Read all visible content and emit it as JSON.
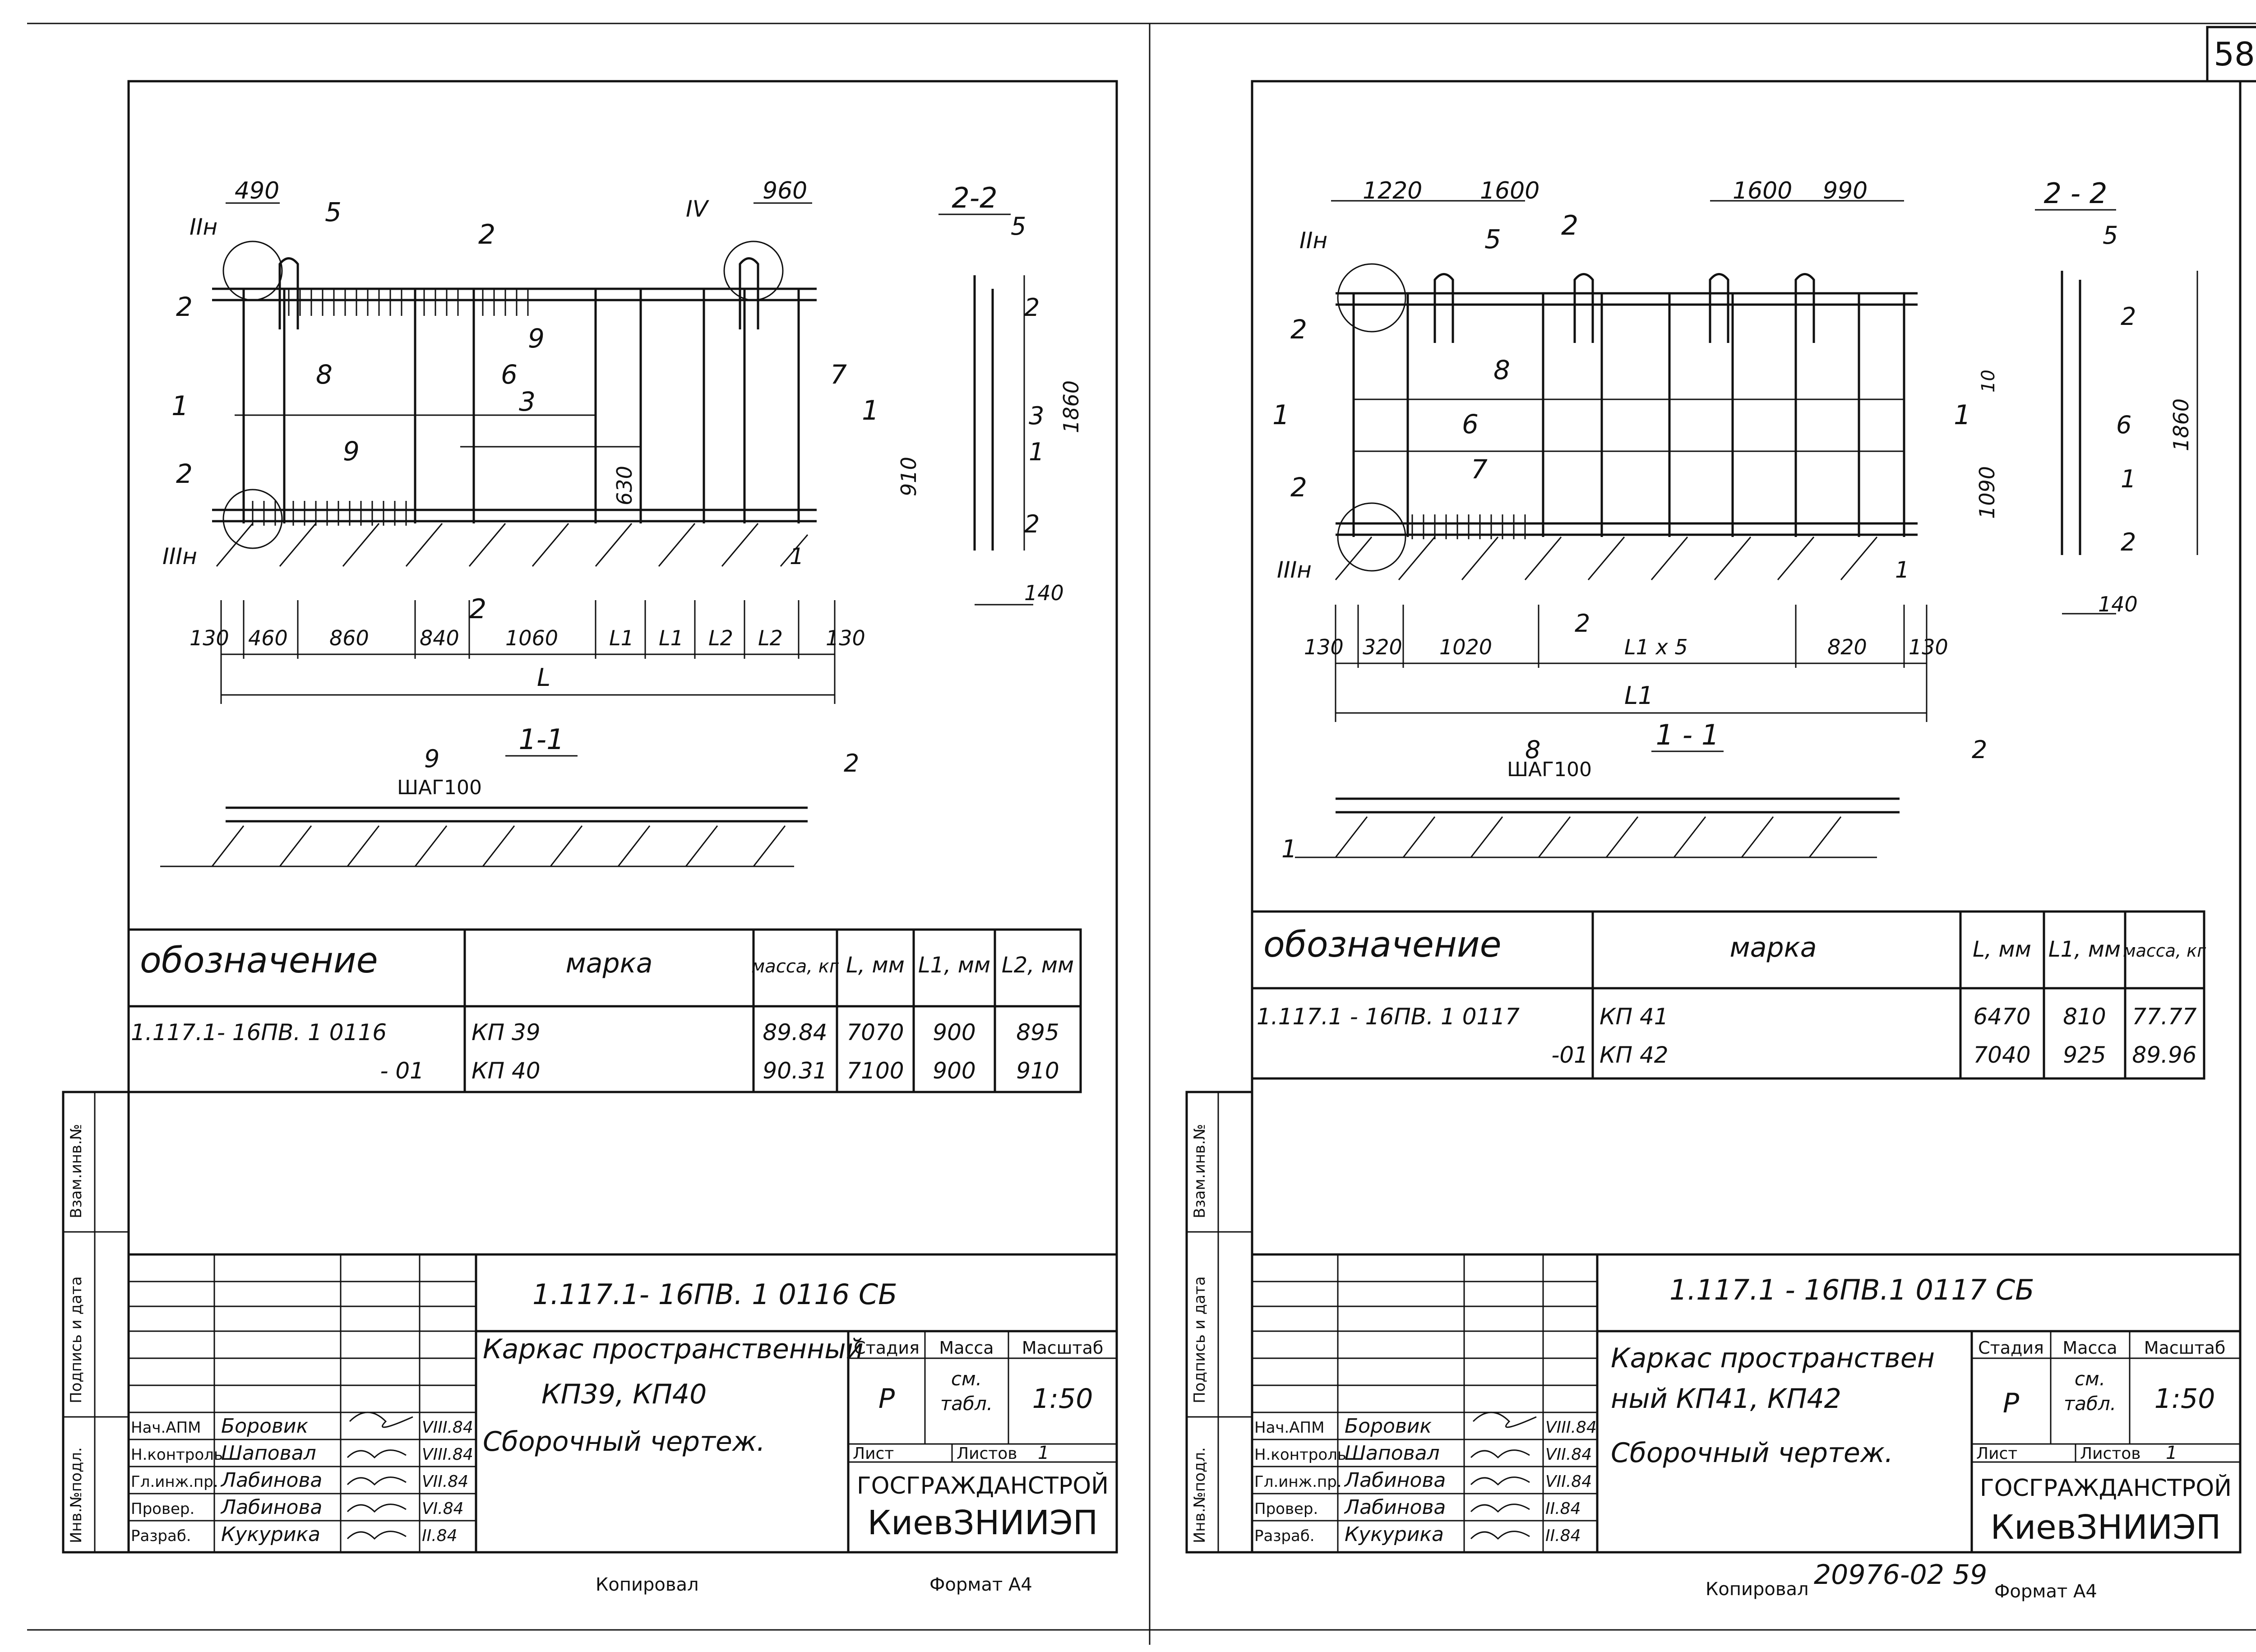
{
  "page_number": "58",
  "sheet_left": {
    "doc_code": "1.117.1- 16ПВ. 1 0116 СБ",
    "title_line1": "Каркас пространственный",
    "title_line2": "КП39, КП40",
    "title_line3": "Сборочный чертеж.",
    "stage_header": "Стадия",
    "mass_header": "Масса",
    "scale_header": "Масштаб",
    "stage_value": "Р",
    "mass_value_line1": "см.",
    "mass_value_line2": "табл.",
    "scale_value": "1:50",
    "sheet_label": "Лист",
    "sheets_label": "Листов",
    "sheets_value": "1",
    "org1": "ГОСГРАЖДАНСТРОЙ",
    "org2": "КиевЗНИИЭП",
    "footer_copied": "Копировал",
    "footer_format": "Формат А4",
    "side_labels": [
      "Взам.инв.№",
      "Подпись и дата",
      "Инв.№подл."
    ],
    "signers": [
      {
        "role": "Нач.АПМ",
        "name": "Боровик",
        "date": "VIII.84"
      },
      {
        "role": "Н.контроль",
        "name": "Шаповал",
        "date": "VIII.84"
      },
      {
        "role": "Гл.инж.пр.",
        "name": "Лабинова",
        "date": "VII.84"
      },
      {
        "role": "Провер.",
        "name": "Лабинова",
        "date": "VI.84"
      },
      {
        "role": "Разраб.",
        "name": "Кукурика",
        "date": "II.84"
      }
    ],
    "table": {
      "headers": [
        "обозначение",
        "марка",
        "масса, кг",
        "L, мм",
        "L1, мм",
        "L2, мм"
      ],
      "rows": [
        [
          "1.117.1- 16ПВ. 1 0116",
          "КП 39",
          "89.84",
          "7070",
          "900",
          "895"
        ],
        [
          "- 01",
          "КП 40",
          "90.31",
          "7100",
          "900",
          "910"
        ]
      ]
    },
    "section_labels": {
      "s22": "2-2",
      "s11": "1-1",
      "cut2": "2",
      "cut1": "1"
    },
    "dims_top": [
      "490",
      "960"
    ],
    "dims_bottom": [
      "130",
      "460",
      "860",
      "840",
      "1060",
      "L1",
      "L1",
      "L2",
      "L2",
      "130"
    ],
    "dim_total": "L",
    "dims_side": [
      "1860",
      "910",
      "630",
      "140"
    ],
    "nodes": [
      "IIн",
      "IIIн",
      "IV"
    ],
    "positions": [
      "1",
      "2",
      "3",
      "5",
      "6",
      "7",
      "8",
      "9"
    ],
    "pitch": "ШАГ100"
  },
  "sheet_right": {
    "doc_code": "1.117.1 - 16ПВ.1 0117 СБ",
    "title_line1": "Каркас пространствен",
    "title_line2": "ный КП41, КП42",
    "title_line3": "Сборочный чертеж.",
    "stage_header": "Стадия",
    "mass_header": "Масса",
    "scale_header": "Масштаб",
    "stage_value": "Р",
    "mass_value_line1": "см.",
    "mass_value_line2": "табл.",
    "scale_value": "1:50",
    "sheet_label": "Лист",
    "sheets_label": "Листов",
    "sheets_value": "1",
    "org1": "ГОСГРАЖДАНСТРОЙ",
    "org2": "КиевЗНИИЭП",
    "footer_copied": "Копировал",
    "footer_format": "Формат А4",
    "footer_number": "20976-02 59",
    "side_labels": [
      "Взам.инв.№",
      "Подпись и дата",
      "Инв.№подл."
    ],
    "signers": [
      {
        "role": "Нач.АПМ",
        "name": "Боровик",
        "date": "VIII.84"
      },
      {
        "role": "Н.контроль",
        "name": "Шаповал",
        "date": "VII.84"
      },
      {
        "role": "Гл.инж.пр.",
        "name": "Лабинова",
        "date": "VII.84"
      },
      {
        "role": "Провер.",
        "name": "Лабинова",
        "date": "II.84"
      },
      {
        "role": "Разраб.",
        "name": "Кукурика",
        "date": "II.84"
      }
    ],
    "table": {
      "headers": [
        "обозначение",
        "марка",
        "L, мм",
        "L1, мм",
        "масса, кг"
      ],
      "rows": [
        [
          "1.117.1 - 16ПВ. 1 0117",
          "КП 41",
          "6470",
          "810",
          "77.77"
        ],
        [
          "-01",
          "КП 42",
          "7040",
          "925",
          "89.96"
        ]
      ]
    },
    "section_labels": {
      "s22": "2 - 2",
      "s11": "1 - 1",
      "cut2": "2",
      "cut1": "1"
    },
    "dims_top": [
      "1220",
      "1600",
      "1600",
      "990"
    ],
    "dims_bottom": [
      "130",
      "320",
      "1020",
      "L1 x 5",
      "820",
      "130"
    ],
    "dim_total": "L1",
    "dims_side": [
      "1860",
      "10",
      "1090",
      "140"
    ],
    "nodes": [
      "IIн",
      "IIIн"
    ],
    "positions": [
      "1",
      "2",
      "5",
      "6",
      "7",
      "8"
    ],
    "pitch": "ШАГ100"
  }
}
